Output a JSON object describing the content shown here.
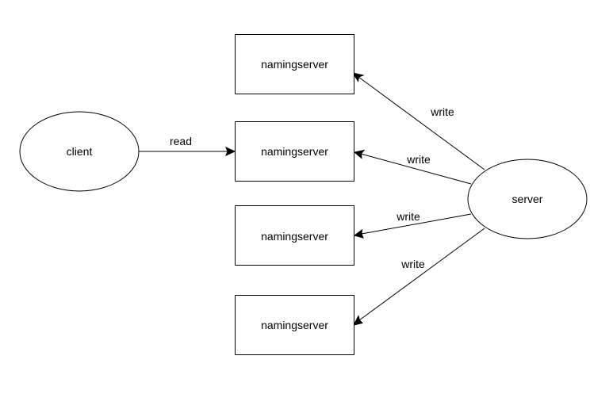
{
  "nodes": {
    "client": {
      "label": "client",
      "shape": "ellipse"
    },
    "server": {
      "label": "server",
      "shape": "ellipse"
    },
    "namingserver_1": {
      "label": "namingserver",
      "shape": "rectangle"
    },
    "namingserver_2": {
      "label": "namingserver",
      "shape": "rectangle"
    },
    "namingserver_3": {
      "label": "namingserver",
      "shape": "rectangle"
    },
    "namingserver_4": {
      "label": "namingserver",
      "shape": "rectangle"
    }
  },
  "edges": {
    "read": {
      "from": "client",
      "to": "namingserver_2",
      "label": "read"
    },
    "write_1": {
      "from": "server",
      "to": "namingserver_1",
      "label": "write"
    },
    "write_2": {
      "from": "server",
      "to": "namingserver_2",
      "label": "write"
    },
    "write_3": {
      "from": "server",
      "to": "namingserver_3",
      "label": "write"
    },
    "write_4": {
      "from": "server",
      "to": "namingserver_4",
      "label": "write"
    }
  },
  "colors": {
    "stroke": "#000000",
    "fill": "#ffffff",
    "text": "#000000"
  }
}
